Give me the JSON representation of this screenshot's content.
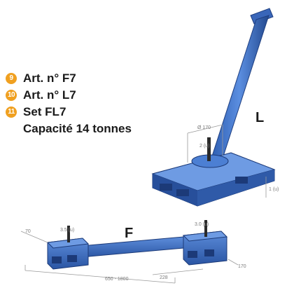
{
  "legend": {
    "items": [
      {
        "number": "9",
        "label": "Art. n° F7"
      },
      {
        "number": "10",
        "label": "Art. n° L7"
      },
      {
        "number": "11",
        "label": "Set FL7"
      }
    ],
    "capacity": "Capacité 14 tonnes"
  },
  "figure_labels": {
    "l": "L",
    "f": "F"
  },
  "dimensions": {
    "l_width": "Ø 170",
    "l_height": "2 (u)",
    "l_side": "1 (u)",
    "f_left_load": "3.5 (u)",
    "f_right_load": "3.0 (u)",
    "f_left_side": "70",
    "f_right_side": "170",
    "f_length": "650 - 1800",
    "f_width": "228"
  },
  "colors": {
    "badge": "#f0a020",
    "machine_blue": "#3b6fc4",
    "machine_dark": "#1e3f85",
    "dimension_line": "#9a9a9a"
  }
}
